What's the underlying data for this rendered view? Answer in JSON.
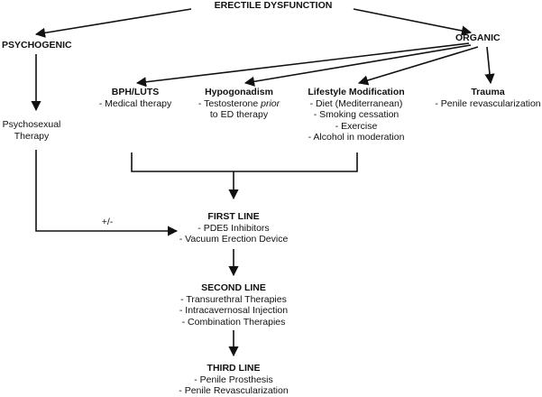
{
  "root": {
    "title": "ERECTILE DYSFUNCTION"
  },
  "psychogenic": {
    "title": "PSYCHOGENIC",
    "therapy": [
      "Psychosexual",
      "Therapy"
    ],
    "edge_label": "+/-"
  },
  "organic": {
    "title": "ORGANIC",
    "branches": [
      {
        "title": "BPH/LUTS",
        "items": [
          "- Medical therapy"
        ]
      },
      {
        "title": "Hypogonadism",
        "items_html": [
          "- Testosterone <i>prior</i>",
          "to ED therapy"
        ]
      },
      {
        "title": "Lifestyle Modification",
        "items": [
          "- Diet (Mediterranean)",
          "- Smoking cessation",
          "- Exercise",
          "- Alcohol in moderation"
        ]
      },
      {
        "title": "Trauma",
        "items": [
          "- Penile revascularization"
        ]
      }
    ]
  },
  "lines": [
    {
      "title": "FIRST LINE",
      "items": [
        "- PDE5 Inhibitors",
        "- Vacuum Erection Device"
      ]
    },
    {
      "title": "SECOND LINE",
      "items": [
        "- Transurethral Therapies",
        "- Intracavernosal Injection",
        "- Combination Therapies"
      ]
    },
    {
      "title": "THIRD LINE",
      "items": [
        "- Penile Prosthesis",
        "- Penile Revascularization"
      ]
    }
  ]
}
